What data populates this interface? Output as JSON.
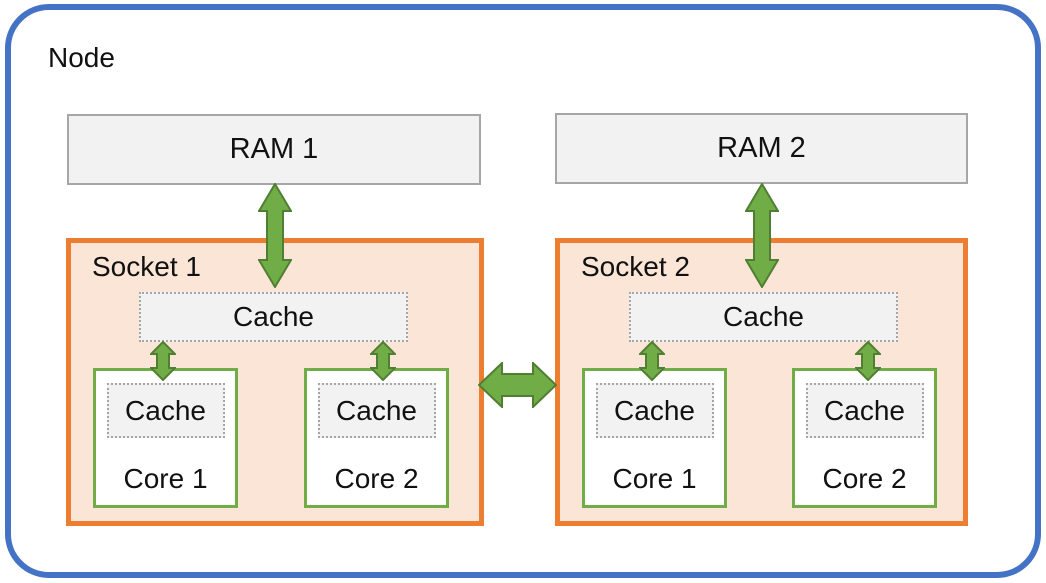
{
  "diagram": {
    "node_label": "Node",
    "rams": [
      {
        "label": "RAM 1"
      },
      {
        "label": "RAM 2"
      }
    ],
    "sockets": [
      {
        "label": "Socket 1",
        "shared_cache_label": "Cache",
        "cores": [
          {
            "cache_label": "Cache",
            "label": "Core 1"
          },
          {
            "cache_label": "Cache",
            "label": "Core 2"
          }
        ]
      },
      {
        "label": "Socket 2",
        "shared_cache_label": "Cache",
        "cores": [
          {
            "cache_label": "Cache",
            "label": "Core 1"
          },
          {
            "cache_label": "Cache",
            "label": "Core 2"
          }
        ]
      }
    ],
    "connections": [
      "RAM 1 <-> Socket 1 shared cache",
      "RAM 2 <-> Socket 2 shared cache",
      "Socket 1 <-> Socket 2",
      "Shared cache <-> each core cache"
    ]
  },
  "colors": {
    "node-border": "#4472C4",
    "socket-border": "#ED7D31",
    "socket-fill": "#FBE5D6",
    "ram-fill": "#F2F2F2",
    "ram-border": "#A6A6A6",
    "cache-fill": "#F2F2F2",
    "cache-border": "#A6A6A6",
    "core-border": "#70AD47",
    "core-fill": "#FFFFFF",
    "arrow-fill": "#70AD47",
    "arrow-stroke": "#507E32"
  }
}
